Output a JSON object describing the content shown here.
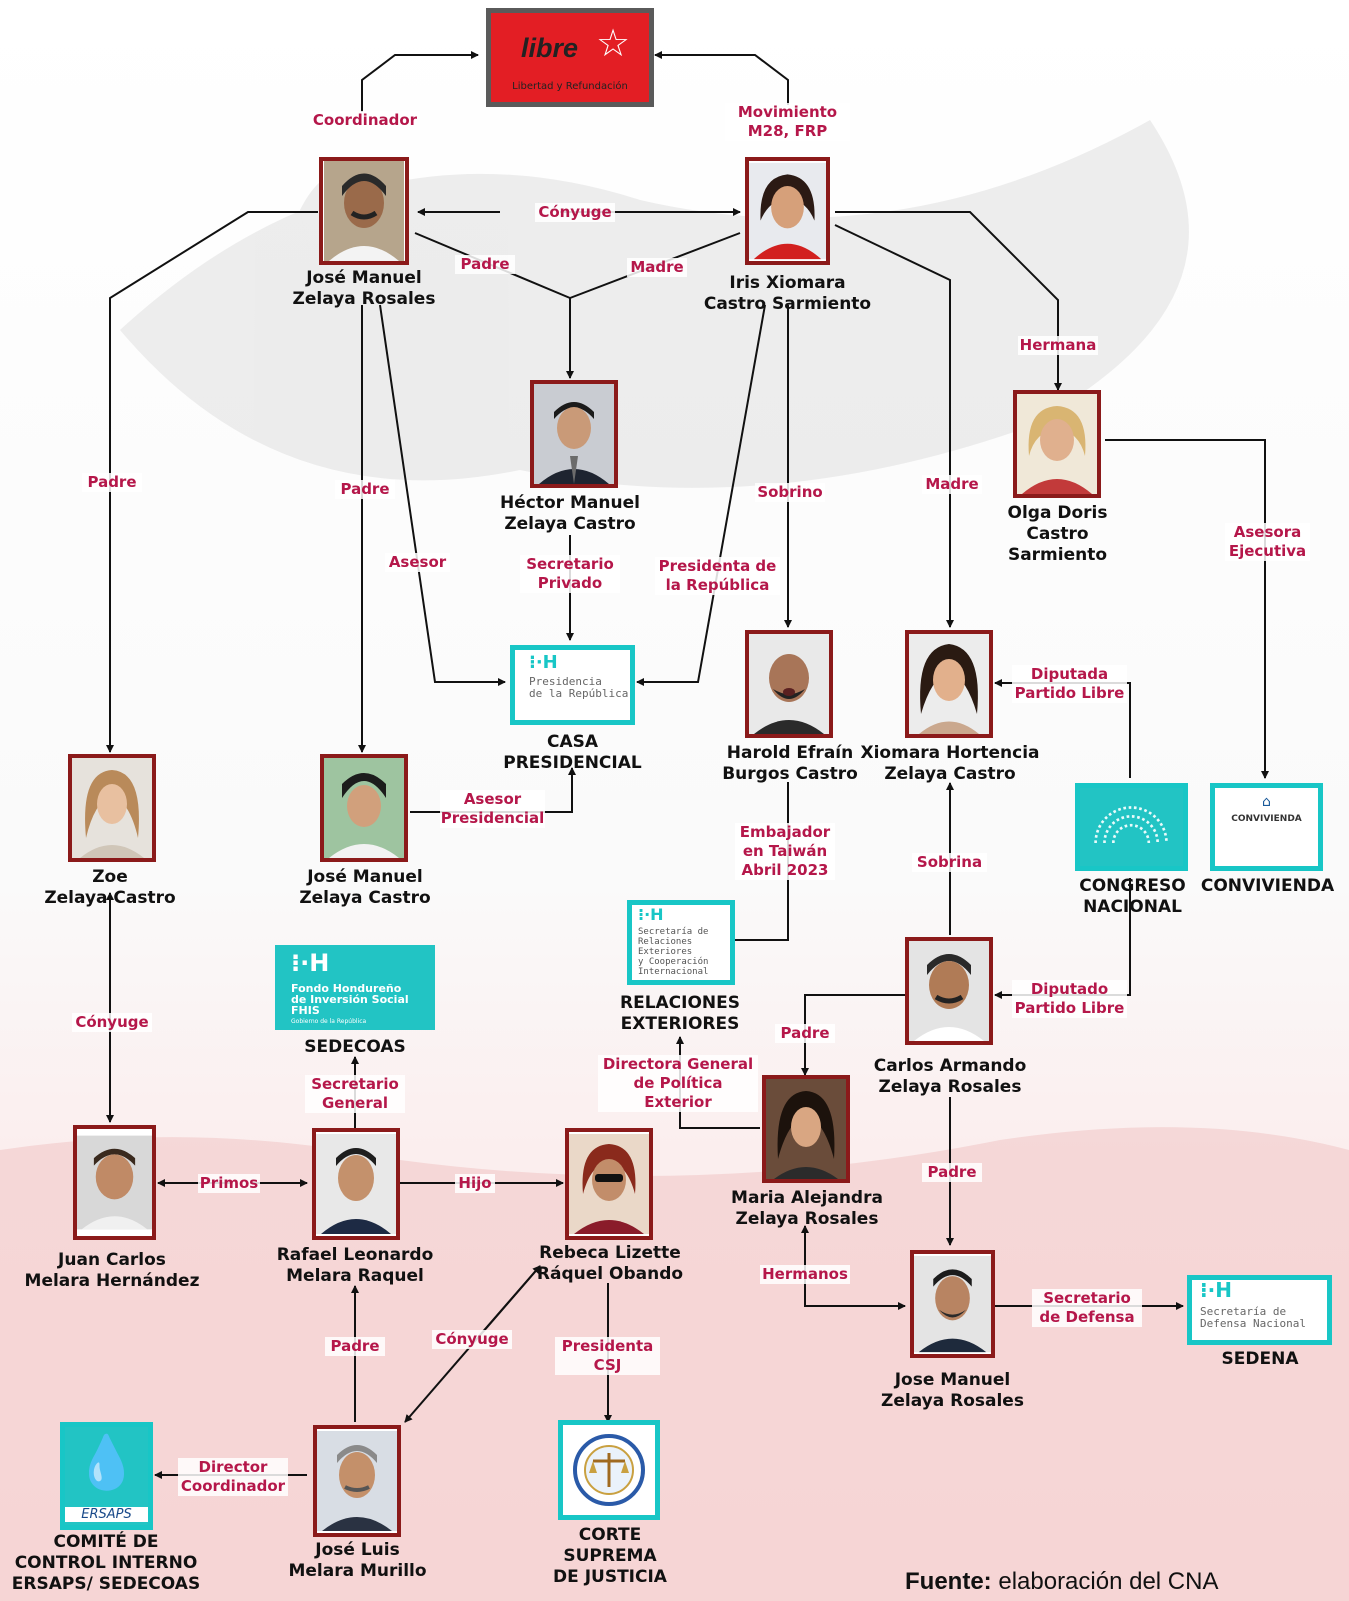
{
  "party": {
    "name": "libre",
    "slogan": "Libertad y Refundación"
  },
  "people": {
    "jmzr": "José Manuel\nZelaya Rosales",
    "ixcs": "Iris Xiomara\nCastro Sarmiento",
    "hmzc": "Héctor Manuel\nZelaya Castro",
    "odcs": "Olga Doris\nCastro Sarmiento",
    "hebc": "Harold Efraín\nBurgos Castro",
    "xhzc": "Xiomara Hortencia\nZelaya Castro",
    "zzc": "Zoe\nZelaya Castro",
    "jmzc": "José Manuel\nZelaya Castro",
    "cazr": "Carlos Armando\nZelaya Rosales",
    "mazr": "Maria Alejandra\nZelaya Rosales",
    "jcmh": "Juan Carlos\nMelara Hernández",
    "rlmr": "Rafael Leonardo\nMelara Raquel",
    "rlro": "Rebeca Lizette\nRáquel Obando",
    "jmzr2": "Jose Manuel\nZelaya Rosales",
    "jlmm": "José Luis\nMelara Murillo"
  },
  "institutions": {
    "casa": {
      "name": "CASA\nPRESIDENCIAL",
      "logo": "Presidencia\nde la República"
    },
    "rree": {
      "name": "RELACIONES\nEXTERIORES",
      "logo": "Secretaría de\nRelaciones\nExteriores\ny Cooperación\nInternacional"
    },
    "sedecoas": {
      "name": "SEDECOAS",
      "logo": "Fondo Hondureño\nde Inversión Social\nFHIS",
      "sub": "Gobierno de la República"
    },
    "congreso": {
      "name": "CONGRESO\nNACIONAL"
    },
    "conviv": {
      "name": "CONVIVIENDA",
      "logo": "CONVIVIENDA"
    },
    "sedena": {
      "name": "SEDENA",
      "logo": "Secretaría de\nDefensa Nacional"
    },
    "ersaps": {
      "name": "COMITÉ DE\nCONTROL INTERNO\nERSAPS/ SEDECOAS",
      "logo": "ERSAPS"
    },
    "csj": {
      "name": "CORTE\nSUPREMA\nDE JUSTICIA"
    }
  },
  "relations": {
    "coordinador": "Coordinador",
    "movimiento": "Movimiento\nM28, FRP",
    "conyuge_top": "Cónyuge",
    "padre_hector": "Padre",
    "madre_hector": "Madre",
    "hermana": "Hermana",
    "padre_zoe": "Padre",
    "padre_jmzc": "Padre",
    "asesor": "Asesor",
    "secretario_privado": "Secretario\nPrivado",
    "presidenta_rep": "Presidenta de\nla República",
    "sobrino": "Sobrino",
    "madre_xio": "Madre",
    "asesora_ej": "Asesora\nEjecutiva",
    "diputada": "Diputada\nPartido Libre",
    "asesor_pres": "Asesor\nPresidencial",
    "embajador": "Embajador\nen Taiwán\nAbril 2023",
    "sobrina": "Sobrina",
    "diputado": "Diputado\nPartido Libre",
    "conyuge_zoe": "Cónyuge",
    "secretario_gen": "Secretario\nGeneral",
    "padre_mazr": "Padre",
    "directora": "Directora General\nde Política\nExterior",
    "primos": "Primos",
    "hijo": "Hijo",
    "padre_jmzr2": "Padre",
    "hermanos": "Hermanos",
    "secretario_def": "Secretario\nde Defensa",
    "padre_rlmr": "Padre",
    "conyuge_rlro": "Cónyuge",
    "presidenta_csj": "Presidenta\nCSJ",
    "director_coord": "Director\nCoordinador"
  },
  "source": {
    "label": "Fuente:",
    "text": " elaboración del CNA"
  },
  "colors": {
    "accent": "#b5174a",
    "frame": "#8b1a1a",
    "logo_border": "#18c6c6",
    "party_red": "#e31e24"
  }
}
